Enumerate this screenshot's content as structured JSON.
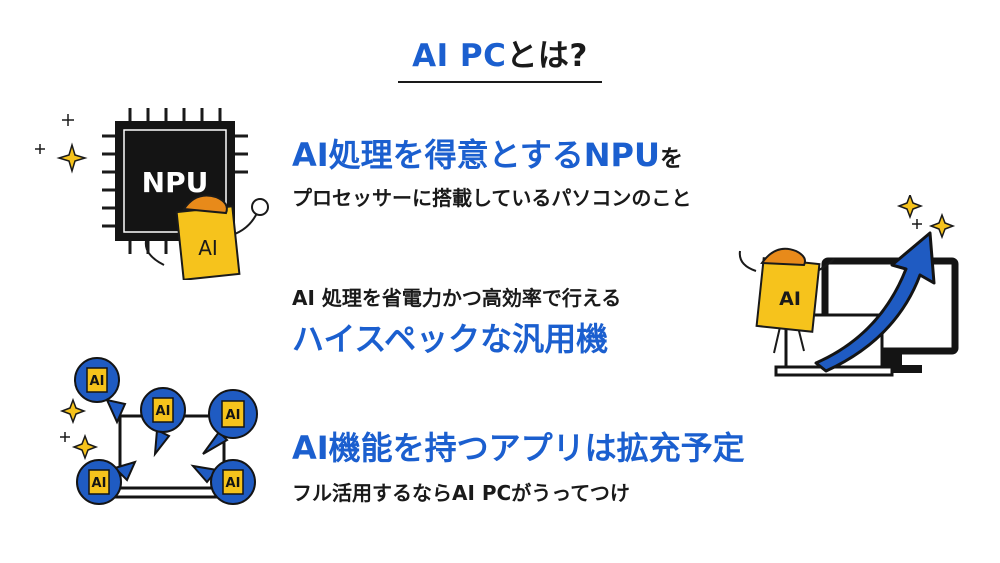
{
  "title": {
    "part1": "AI PC",
    "part2": "とは?"
  },
  "section1": {
    "headline_blue": "AI処理を得意とするNPU",
    "headline_suffix": "を",
    "subline": "プロセッサーに搭載しているパソコンのこと"
  },
  "section2": {
    "lead": "AI 処理を省電力かつ高効率で行える",
    "headline_blue": "ハイスペックな汎用機"
  },
  "section3": {
    "headline_blue": "AI機能を持つアプリは拡充予定",
    "subline": "フル活用するならAI PCがうってつけ"
  },
  "illustrations": {
    "chip_label": "NPU",
    "mascot_label": "AI",
    "bubble_label": "AI"
  },
  "colors": {
    "accent_blue": "#1b5fcf",
    "mascot_yellow": "#f6c31c",
    "mascot_orange": "#e88a1a",
    "ink": "#1a1a1a",
    "bubble_blue": "#1f5bc2"
  },
  "icons": [
    "cpu-chip-icon",
    "sparkle-icon",
    "monitor-icon",
    "laptop-icon",
    "arrow-up-icon",
    "speech-bubble-icon"
  ]
}
